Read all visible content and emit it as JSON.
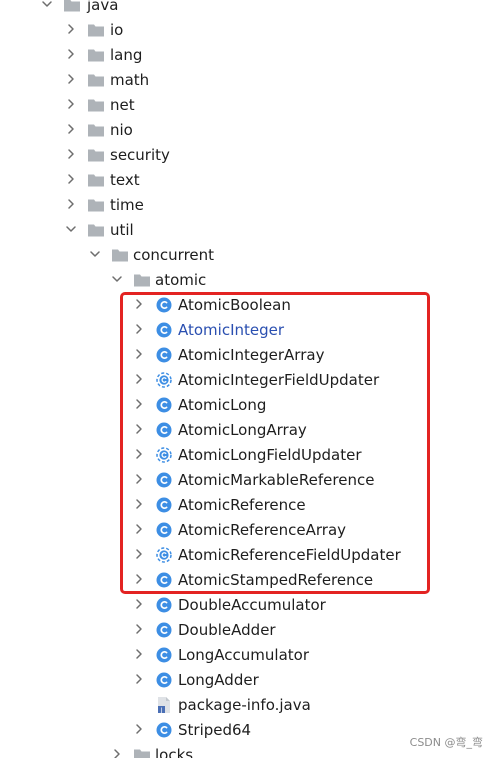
{
  "tree": {
    "nodes": [
      {
        "label": "java",
        "kind": "package",
        "state": "expanded",
        "depth": 0
      },
      {
        "label": "io",
        "kind": "package",
        "state": "collapsed",
        "depth": 1
      },
      {
        "label": "lang",
        "kind": "package",
        "state": "collapsed",
        "depth": 1
      },
      {
        "label": "math",
        "kind": "package",
        "state": "collapsed",
        "depth": 1
      },
      {
        "label": "net",
        "kind": "package",
        "state": "collapsed",
        "depth": 1
      },
      {
        "label": "nio",
        "kind": "package",
        "state": "collapsed",
        "depth": 1
      },
      {
        "label": "security",
        "kind": "package",
        "state": "collapsed",
        "depth": 1
      },
      {
        "label": "text",
        "kind": "package",
        "state": "collapsed",
        "depth": 1
      },
      {
        "label": "time",
        "kind": "package",
        "state": "collapsed",
        "depth": 1
      },
      {
        "label": "util",
        "kind": "package",
        "state": "expanded",
        "depth": 1
      },
      {
        "label": "concurrent",
        "kind": "package",
        "state": "expanded",
        "depth": 2
      },
      {
        "label": "atomic",
        "kind": "package",
        "state": "expanded",
        "depth": 3
      },
      {
        "label": "AtomicBoolean",
        "kind": "class",
        "state": "collapsed",
        "depth": 4
      },
      {
        "label": "AtomicInteger",
        "kind": "class",
        "state": "collapsed",
        "depth": 4,
        "selected": true
      },
      {
        "label": "AtomicIntegerArray",
        "kind": "class",
        "state": "collapsed",
        "depth": 4
      },
      {
        "label": "AtomicIntegerFieldUpdater",
        "kind": "abstract-class",
        "state": "collapsed",
        "depth": 4
      },
      {
        "label": "AtomicLong",
        "kind": "class",
        "state": "collapsed",
        "depth": 4
      },
      {
        "label": "AtomicLongArray",
        "kind": "class",
        "state": "collapsed",
        "depth": 4
      },
      {
        "label": "AtomicLongFieldUpdater",
        "kind": "abstract-class",
        "state": "collapsed",
        "depth": 4
      },
      {
        "label": "AtomicMarkableReference",
        "kind": "class",
        "state": "collapsed",
        "depth": 4
      },
      {
        "label": "AtomicReference",
        "kind": "class",
        "state": "collapsed",
        "depth": 4
      },
      {
        "label": "AtomicReferenceArray",
        "kind": "class",
        "state": "collapsed",
        "depth": 4
      },
      {
        "label": "AtomicReferenceFieldUpdater",
        "kind": "abstract-class",
        "state": "collapsed",
        "depth": 4
      },
      {
        "label": "AtomicStampedReference",
        "kind": "class",
        "state": "collapsed",
        "depth": 4
      },
      {
        "label": "DoubleAccumulator",
        "kind": "class",
        "state": "collapsed",
        "depth": 4
      },
      {
        "label": "DoubleAdder",
        "kind": "class",
        "state": "collapsed",
        "depth": 4
      },
      {
        "label": "LongAccumulator",
        "kind": "class",
        "state": "collapsed",
        "depth": 4
      },
      {
        "label": "LongAdder",
        "kind": "class",
        "state": "collapsed",
        "depth": 4
      },
      {
        "label": "package-info.java",
        "kind": "java-file",
        "state": "leaf",
        "depth": 4
      },
      {
        "label": "Striped64",
        "kind": "class",
        "state": "collapsed",
        "depth": 4
      },
      {
        "label": "locks",
        "kind": "package",
        "state": "collapsed",
        "depth": 3
      }
    ]
  },
  "highlight": {
    "color": "#e32322",
    "first_label": "AtomicBoolean",
    "last_label": "AtomicStampedReference"
  },
  "colors": {
    "text": "#1e1e1e",
    "selected_text": "#2a4fb0",
    "folder": "#aeb3b8",
    "class_icon": "#3d8ee4",
    "chevron": "#6e6e6e"
  },
  "watermark": "CSDN @弯_弯"
}
